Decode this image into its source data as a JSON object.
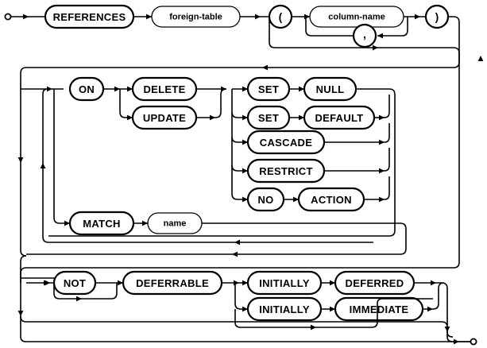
{
  "diagram": {
    "kind": "railroad-syntax-diagram",
    "title": "REFERENCES foreign-key clause",
    "stroke_color": "#000000",
    "background_color": "#ffffff",
    "start_marker": "start-circle",
    "end_marker": "end-circle",
    "nodes": {
      "references": {
        "label": "REFERENCES",
        "type": "terminal"
      },
      "foreign_table": {
        "label": "foreign-table",
        "type": "nonterminal"
      },
      "lparen": {
        "label": "(",
        "type": "terminal"
      },
      "column_name": {
        "label": "column-name",
        "type": "nonterminal"
      },
      "comma": {
        "label": ",",
        "type": "terminal"
      },
      "rparen": {
        "label": ")",
        "type": "terminal"
      },
      "on": {
        "label": "ON",
        "type": "terminal"
      },
      "delete": {
        "label": "DELETE",
        "type": "terminal"
      },
      "update": {
        "label": "UPDATE",
        "type": "terminal"
      },
      "set1": {
        "label": "SET",
        "type": "terminal"
      },
      "null": {
        "label": "NULL",
        "type": "terminal"
      },
      "set2": {
        "label": "SET",
        "type": "terminal"
      },
      "default": {
        "label": "DEFAULT",
        "type": "terminal"
      },
      "cascade": {
        "label": "CASCADE",
        "type": "terminal"
      },
      "restrict": {
        "label": "RESTRICT",
        "type": "terminal"
      },
      "no": {
        "label": "NO",
        "type": "terminal"
      },
      "action": {
        "label": "ACTION",
        "type": "terminal"
      },
      "match": {
        "label": "MATCH",
        "type": "terminal"
      },
      "name": {
        "label": "name",
        "type": "nonterminal"
      },
      "not": {
        "label": "NOT",
        "type": "terminal"
      },
      "deferrable": {
        "label": "DEFERRABLE",
        "type": "terminal"
      },
      "initially1": {
        "label": "INITIALLY",
        "type": "terminal"
      },
      "deferred": {
        "label": "DEFERRED",
        "type": "terminal"
      },
      "initially2": {
        "label": "INITIALLY",
        "type": "terminal"
      },
      "immediate": {
        "label": "IMMEDIATE",
        "type": "terminal"
      }
    }
  }
}
